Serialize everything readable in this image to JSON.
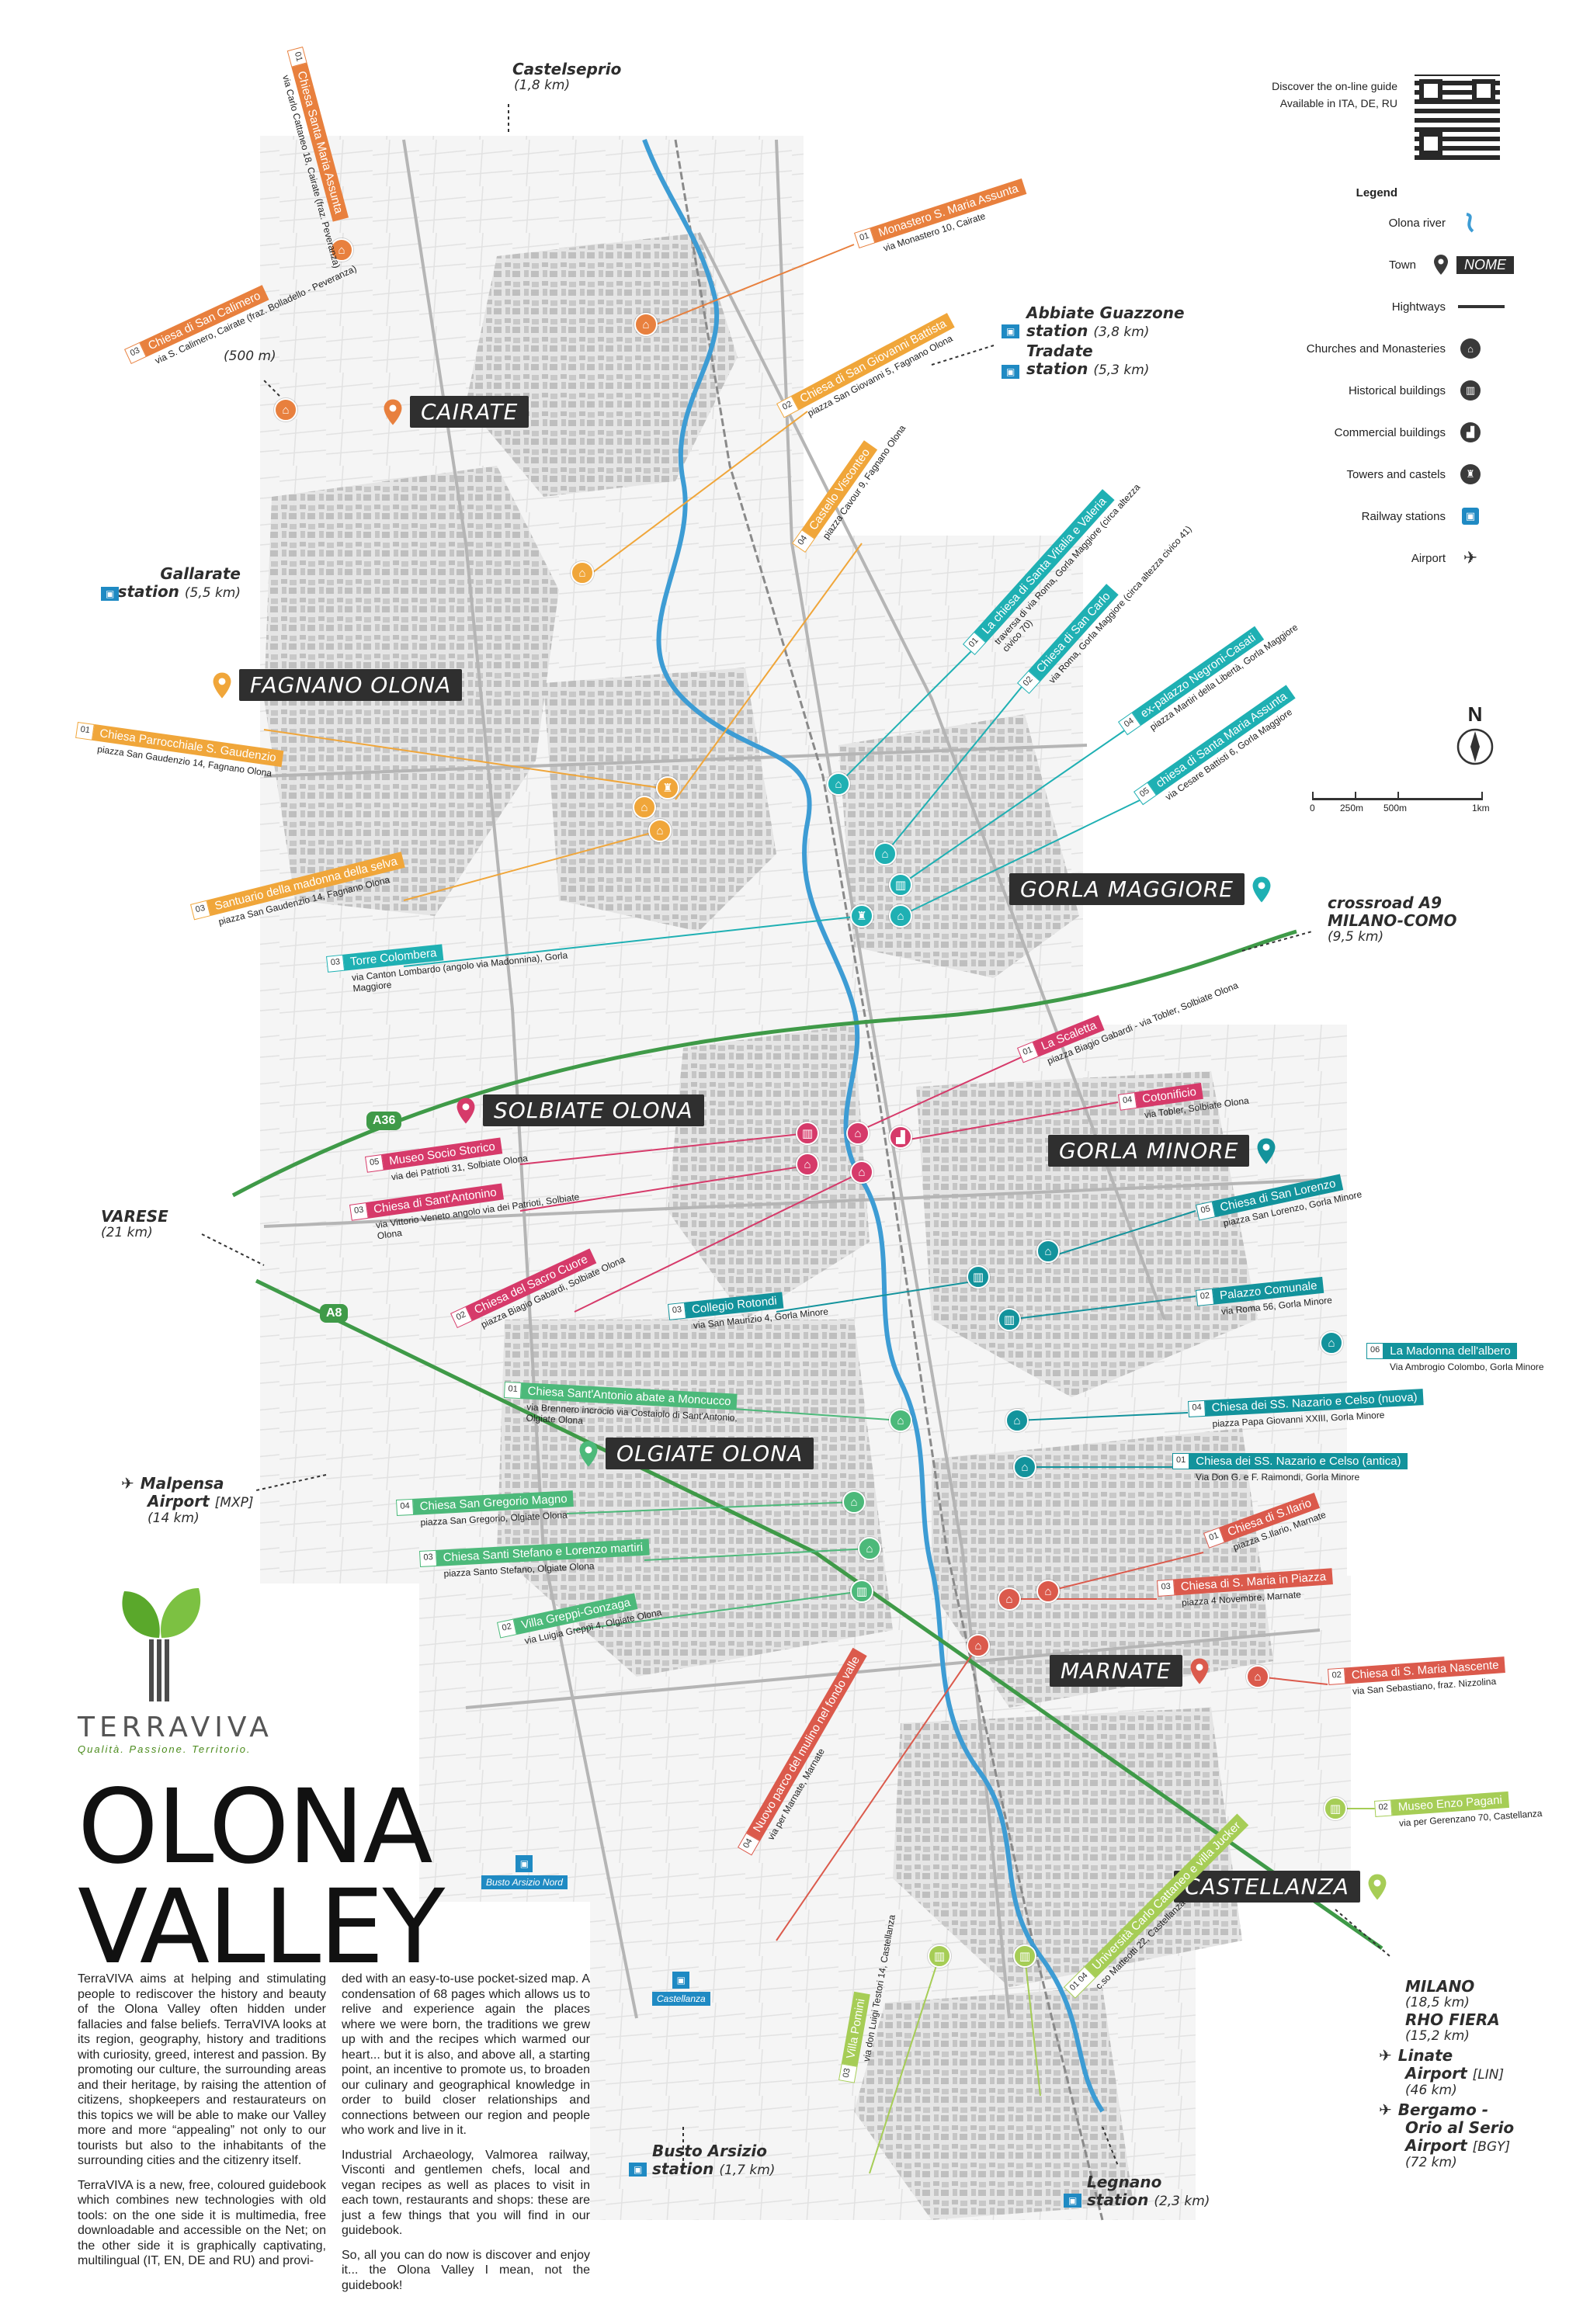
{
  "colors": {
    "cairate": "#e8803e",
    "fagnano": "#f0a63a",
    "gorla_maggiore": "#1fb0b3",
    "solbiate": "#d63a6a",
    "gorla_minore": "#13939c",
    "olgiate": "#4cb97a",
    "marnate": "#db5a4c",
    "castellanza": "#a6cd56",
    "river": "#3d9cd4",
    "highway": "#3f9a48",
    "rail": "#1f8ac3"
  },
  "guide": {
    "line1": "Discover the on-line guide",
    "line2": "Available in ITA, DE, RU"
  },
  "legend": {
    "title": "Legend",
    "items": [
      {
        "label": "Olona river",
        "icon": "river-icon"
      },
      {
        "label": "Town",
        "icon": "town-pin-icon",
        "badge": "NOME"
      },
      {
        "label": "Hightways",
        "icon": "highway-icon"
      },
      {
        "label": "Churches and Monasteries",
        "icon": "church-icon"
      },
      {
        "label": "Historical buildings",
        "icon": "historical-building-icon"
      },
      {
        "label": "Commercial buildings",
        "icon": "factory-icon"
      },
      {
        "label": "Towers and castels",
        "icon": "tower-icon"
      },
      {
        "label": "Railway stations",
        "icon": "train-icon"
      },
      {
        "label": "Airport",
        "icon": "airplane-icon"
      }
    ]
  },
  "compass": {
    "label": "N"
  },
  "scale": {
    "ticks": [
      "0",
      "250m",
      "500m",
      "1km"
    ]
  },
  "towns": {
    "cairate": "CAIRATE",
    "fagnano": "FAGNANO OLONA",
    "gorla_maggiore": "GORLA MAGGIORE",
    "solbiate": "SOLBIATE OLONA",
    "gorla_minore": "GORLA MINORE",
    "olgiate": "OLGIATE OLONA",
    "marnate": "MARNATE",
    "castellanza": "CASTELLANZA"
  },
  "destinations": {
    "castelseprio": {
      "name": "Castelseprio",
      "dist": "(1,8 km)"
    },
    "abbiate": {
      "name": "Abbiate Guazzone",
      "line2": "station",
      "dist": "(3,8 km)"
    },
    "tradate": {
      "name": "Tradate",
      "line2": "station",
      "dist": "(5,3 km)"
    },
    "gallarate": {
      "name": "Gallarate",
      "line2": "station",
      "dist": "(5,5 km)"
    },
    "cairate_500": {
      "dist": "(500 m)"
    },
    "crossroad": {
      "line1": "crossroad A9",
      "line2": "MILANO-COMO",
      "dist": "(9,5 km)"
    },
    "varese": {
      "name": "VARESE",
      "dist": "(21 km)"
    },
    "malpensa": {
      "name": "Malpensa",
      "line2": "Airport",
      "code": "[MXP]",
      "dist": "(14 km)"
    },
    "milano": {
      "name": "MILANO",
      "dist": "(18,5 km)"
    },
    "rho": {
      "name": "RHO FIERA",
      "dist": "(15,2 km)"
    },
    "linate": {
      "name": "Linate",
      "line2": "Airport",
      "code": "[LIN]",
      "dist": "(46 km)"
    },
    "bergamo": {
      "name": "Bergamo -",
      "line2": "Orio al Serio",
      "line3": "Airport",
      "code": "[BGY]",
      "dist": "(72 km)"
    },
    "busto": {
      "name": "Busto Arsizio",
      "line2": "station",
      "dist": "(1,7 km)"
    },
    "legnano": {
      "name": "Legnano",
      "line2": "station",
      "dist": "(2,3 km)"
    }
  },
  "stations": {
    "busto_nord": "Busto Arsizio Nord",
    "castellanza": "Castellanza"
  },
  "highways": {
    "a36": "A36",
    "a8": "A8"
  },
  "pois": [
    {
      "num": "01",
      "name": "Monastero S. Maria Assunta",
      "addr": "via Monastero 10, Cairate",
      "color": "cairate"
    },
    {
      "num": "02",
      "name": "Chiesa di San Giovanni Battista",
      "addr": "piazza San Giovanni 5, Fagnano Olona",
      "color": "fagnano"
    },
    {
      "num": "03",
      "name": "Chiesa di San Calimero",
      "addr": "via S. Calimero, Cairate (fraz. Bolladello - Peveranza)",
      "color": "cairate"
    },
    {
      "num": "04",
      "name": "Castello Visconteo",
      "addr": "piazza Cavour 9, Fagnano Olona",
      "color": "fagnano"
    },
    {
      "num": "01",
      "name": "Chiesa Parrocchiale S. Gaudenzio",
      "addr": "piazza San Gaudenzio 14, Fagnano Olona",
      "color": "fagnano"
    },
    {
      "num": "03",
      "name": "Santuario della madonna della selva",
      "addr": "piazza San Gaudenzio 14, Fagnano Olona",
      "color": "fagnano"
    },
    {
      "num": "01",
      "name": "La chiesa di Santa Vitalia e Valeria",
      "addr": "traversa di via Roma, Gorla Maggiore (circa altezza civico 70)",
      "color": "gorla_maggiore"
    },
    {
      "num": "02",
      "name": "Chiesa di San Carlo",
      "addr": "via Roma, Gorla Maggiore (circa altezza civico 41)",
      "color": "gorla_maggiore"
    },
    {
      "num": "04",
      "name": "ex-palazzo Negroni-Casati",
      "addr": "piazza Martiri della Libertà, Gorla Maggiore",
      "color": "gorla_maggiore"
    },
    {
      "num": "05",
      "name": "chiesa di Santa Maria Assunta",
      "addr": "via Cesare Battisti 6, Gorla Maggiore",
      "color": "gorla_maggiore"
    },
    {
      "num": "03",
      "name": "Torre Colombera",
      "addr": "via Canton Lombardo (angolo via Madonnina), Gorla Maggiore",
      "color": "gorla_maggiore"
    },
    {
      "num": "01",
      "name": "La Scaletta",
      "addr": "piazza Biagio Gabardi - via Tobler, Solbiate Olona",
      "color": "solbiate"
    },
    {
      "num": "04",
      "name": "Cotonificio",
      "addr": "via Tobler, Solbiate Olona",
      "color": "solbiate"
    },
    {
      "num": "05",
      "name": "Museo Socio Storico",
      "addr": "via dei Patrioti 31, Solbiate Olona",
      "color": "solbiate"
    },
    {
      "num": "03",
      "name": "Chiesa di Sant'Antonino",
      "addr": "via Vittorio Veneto angolo via dei Patrioti, Solbiate Olona",
      "color": "solbiate"
    },
    {
      "num": "02",
      "name": "Chiesa del Sacro Cuore",
      "addr": "piazza Biagio Gabardi, Solbiate Olona",
      "color": "solbiate"
    },
    {
      "num": "05",
      "name": "Chiesa di San Lorenzo",
      "addr": "piazza San Lorenzo, Gorla Minore",
      "color": "gorla_minore"
    },
    {
      "num": "03",
      "name": "Collegio Rotondi",
      "addr": "via San Maurizio 4, Gorla Minore",
      "color": "gorla_minore"
    },
    {
      "num": "02",
      "name": "Palazzo Comunale",
      "addr": "via Roma 56, Gorla Minore",
      "color": "gorla_minore"
    },
    {
      "num": "06",
      "name": "La Madonna dell'albero",
      "addr": "Via Ambrogio Colombo, Gorla Minore",
      "color": "gorla_minore"
    },
    {
      "num": "04",
      "name": "Chiesa dei SS. Nazario e Celso (nuova)",
      "addr": "piazza Papa Giovanni XXIII, Gorla Minore",
      "color": "gorla_minore"
    },
    {
      "num": "01",
      "name": "Chiesa dei SS. Nazario e Celso (antica)",
      "addr": "Via Don G. e F. Raimondi, Gorla Minore",
      "color": "gorla_minore"
    },
    {
      "num": "01",
      "name": "Chiesa Sant'Antonio abate a Moncucco",
      "addr": "via Brennero incrocio via Costaiolo di Sant'Antonio, Olgiate Olona",
      "color": "olgiate"
    },
    {
      "num": "04",
      "name": "Chiesa San Gregorio Magno",
      "addr": "piazza San Gregorio, Olgiate Olona",
      "color": "olgiate"
    },
    {
      "num": "03",
      "name": "Chiesa Santi Stefano e Lorenzo martiri",
      "addr": "piazza Santo Stefano, Olgiate Olona",
      "color": "olgiate"
    },
    {
      "num": "02",
      "name": "Villa Greppi-Gonzaga",
      "addr": "via Luigia Greppi 4, Olgiate Olona",
      "color": "olgiate"
    },
    {
      "num": "01",
      "name": "Chiesa di S.Ilario",
      "addr": "piazza S.Ilario, Marnate",
      "color": "marnate"
    },
    {
      "num": "03",
      "name": "Chiesa di S. Maria in Piazza",
      "addr": "piazza 4 Novembre, Marnate",
      "color": "marnate"
    },
    {
      "num": "02",
      "name": "Chiesa di S. Maria Nascente",
      "addr": "via San Sebastiano, fraz. Nizzolina",
      "color": "marnate"
    },
    {
      "num": "02",
      "name": "Museo Enzo Pagani",
      "addr": "via per Gerenzano 70, Castellanza",
      "color": "castellanza"
    },
    {
      "num": "04",
      "name": "Nuovo parco del mulino nel fondo valle",
      "addr": "via per Marnate, Marnate",
      "color": "marnate"
    },
    {
      "num": "03",
      "name": "Villa Pomini",
      "addr": "via don Luigi Testori 14, Castellanza",
      "color": "castellanza"
    },
    {
      "num": "01",
      "name": "Chiesa Santa Maria Assunta",
      "addr": "via Carlo Cattaneo 18, Cairate (fraz. Peveranza)",
      "color": "cairate"
    },
    {
      "num": "01 04",
      "name": "Università Carlo Cattaneo e villa Jucker",
      "addr": "c.so Matteotti 22, Castellanza",
      "color": "castellanza"
    }
  ],
  "brand": {
    "name": "TERRAVIVA",
    "tagline": "Qualità. Passione. Territorio."
  },
  "hero": {
    "line1": "OLONA",
    "line2": "VALLEY"
  },
  "intro": {
    "col1_p1": "TerraVIVA aims at helping and stimulating people to rediscover the history and beauty of the Olona Valley often hidden under fallacies and false beliefs. TerraVIVA looks at its region, geography, history and traditions with curiosity, greed, interest and passion. By promoting our culture, the surrounding areas and their heritage, by raising the attention of citizens, shopkeepers and restaurateurs on this topics we will be able to make our Valley more and more “appealing” not only to our tourists but also to the inhabitants of the surrounding cities and the citizenry itself.",
    "col1_p2": "TerraVIVA is a new, free, coloured guidebook which combines new technologies with old tools: on the one side it is multimedia, free downloadable and accessible on the Net; on the other side it is graphically captivating, multilingual (IT, EN, DE and RU) and provi-",
    "col2_p1": "ded with an easy-to-use pocket-sized map. A condensation of 68 pages which allows us to relive and experience again the places where we were born, the traditions we grew up with and the recipes which warmed our heart... but it is also, and above all, a starting point, an incentive to promote us, to broaden our culinary and geographical knowledge in order to build closer relationships and connections between our region and people who work and live in it.",
    "col2_p2": "Industrial Archaeology, Valmorea railway, Visconti and gentlemen chefs, local and vegan recipes as well as places to visit in each town, restaurants and shops: these are just a few things that you will find in our guidebook.",
    "col2_p3": "So, all you can do now is discover and enjoy it... the Olona Valley I mean, not the guidebook!"
  }
}
